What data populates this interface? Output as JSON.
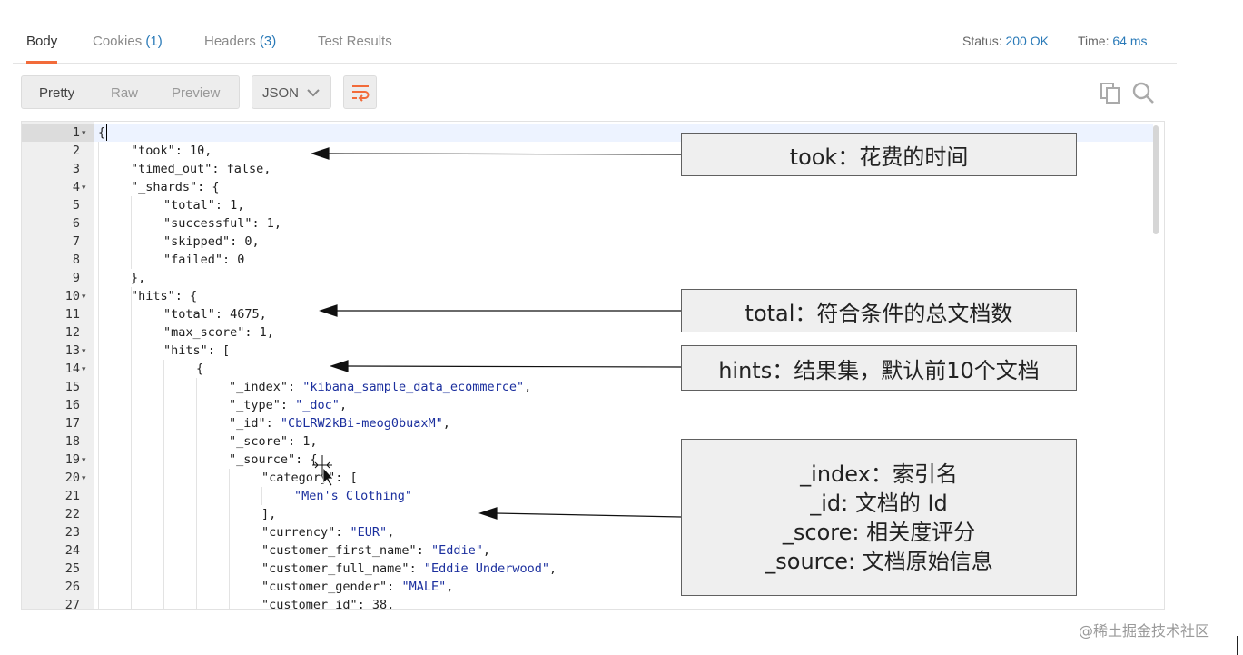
{
  "tabs": [
    {
      "label": "Body",
      "count": ""
    },
    {
      "label": "Cookies",
      "count": "(1)"
    },
    {
      "label": "Headers",
      "count": "(3)"
    },
    {
      "label": "Test Results",
      "count": ""
    }
  ],
  "status": {
    "status_label": "Status:",
    "status_value": "200 OK",
    "time_label": "Time:",
    "time_value": "64 ms"
  },
  "view_modes": [
    "Pretty",
    "Raw",
    "Preview"
  ],
  "format_select": {
    "selected": "JSON"
  },
  "icons": {
    "wrap": "wrap-lines-icon",
    "copy": "copy-icon",
    "search": "search-icon",
    "dropdown": "chevron-down-icon"
  },
  "colors": {
    "accent": "#f26b3a",
    "link": "#2a7ab8",
    "string": "#1b2f9e"
  },
  "code_lines": [
    {
      "n": "1",
      "fold": true,
      "indent": 0,
      "parts": [
        [
          "p",
          "{"
        ]
      ]
    },
    {
      "n": "2",
      "fold": false,
      "indent": 1,
      "parts": [
        [
          "k",
          "\"took\""
        ],
        [
          "p",
          ": 10,"
        ]
      ]
    },
    {
      "n": "3",
      "fold": false,
      "indent": 1,
      "parts": [
        [
          "k",
          "\"timed_out\""
        ],
        [
          "p",
          ": false,"
        ]
      ]
    },
    {
      "n": "4",
      "fold": true,
      "indent": 1,
      "parts": [
        [
          "k",
          "\"_shards\""
        ],
        [
          "p",
          ": {"
        ]
      ]
    },
    {
      "n": "5",
      "fold": false,
      "indent": 2,
      "parts": [
        [
          "k",
          "\"total\""
        ],
        [
          "p",
          ": 1,"
        ]
      ]
    },
    {
      "n": "6",
      "fold": false,
      "indent": 2,
      "parts": [
        [
          "k",
          "\"successful\""
        ],
        [
          "p",
          ": 1,"
        ]
      ]
    },
    {
      "n": "7",
      "fold": false,
      "indent": 2,
      "parts": [
        [
          "k",
          "\"skipped\""
        ],
        [
          "p",
          ": 0,"
        ]
      ]
    },
    {
      "n": "8",
      "fold": false,
      "indent": 2,
      "parts": [
        [
          "k",
          "\"failed\""
        ],
        [
          "p",
          ": 0"
        ]
      ]
    },
    {
      "n": "9",
      "fold": false,
      "indent": 1,
      "parts": [
        [
          "p",
          "},"
        ]
      ]
    },
    {
      "n": "10",
      "fold": true,
      "indent": 1,
      "parts": [
        [
          "k",
          "\"hits\""
        ],
        [
          "p",
          ": {"
        ]
      ]
    },
    {
      "n": "11",
      "fold": false,
      "indent": 2,
      "parts": [
        [
          "k",
          "\"total\""
        ],
        [
          "p",
          ": 4675,"
        ]
      ]
    },
    {
      "n": "12",
      "fold": false,
      "indent": 2,
      "parts": [
        [
          "k",
          "\"max_score\""
        ],
        [
          "p",
          ": 1,"
        ]
      ]
    },
    {
      "n": "13",
      "fold": true,
      "indent": 2,
      "parts": [
        [
          "k",
          "\"hits\""
        ],
        [
          "p",
          ": ["
        ]
      ]
    },
    {
      "n": "14",
      "fold": true,
      "indent": 3,
      "parts": [
        [
          "p",
          "{"
        ]
      ]
    },
    {
      "n": "15",
      "fold": false,
      "indent": 4,
      "parts": [
        [
          "k",
          "\"_index\""
        ],
        [
          "p",
          ": "
        ],
        [
          "s",
          "\"kibana_sample_data_ecommerce\""
        ],
        [
          "p",
          ","
        ]
      ]
    },
    {
      "n": "16",
      "fold": false,
      "indent": 4,
      "parts": [
        [
          "k",
          "\"_type\""
        ],
        [
          "p",
          ": "
        ],
        [
          "s",
          "\"_doc\""
        ],
        [
          "p",
          ","
        ]
      ]
    },
    {
      "n": "17",
      "fold": false,
      "indent": 4,
      "parts": [
        [
          "k",
          "\"_id\""
        ],
        [
          "p",
          ": "
        ],
        [
          "s",
          "\"CbLRW2kBi-meog0buaxM\""
        ],
        [
          "p",
          ","
        ]
      ]
    },
    {
      "n": "18",
      "fold": false,
      "indent": 4,
      "parts": [
        [
          "k",
          "\"_score\""
        ],
        [
          "p",
          ": 1,"
        ]
      ]
    },
    {
      "n": "19",
      "fold": true,
      "indent": 4,
      "parts": [
        [
          "k",
          "\"_source\""
        ],
        [
          "p",
          ": {"
        ]
      ]
    },
    {
      "n": "20",
      "fold": true,
      "indent": 5,
      "parts": [
        [
          "k",
          "\"category\""
        ],
        [
          "p",
          ": ["
        ]
      ]
    },
    {
      "n": "21",
      "fold": false,
      "indent": 6,
      "parts": [
        [
          "s",
          "\"Men's Clothing\""
        ]
      ]
    },
    {
      "n": "22",
      "fold": false,
      "indent": 5,
      "parts": [
        [
          "p",
          "],"
        ]
      ]
    },
    {
      "n": "23",
      "fold": false,
      "indent": 5,
      "parts": [
        [
          "k",
          "\"currency\""
        ],
        [
          "p",
          ": "
        ],
        [
          "s",
          "\"EUR\""
        ],
        [
          "p",
          ","
        ]
      ]
    },
    {
      "n": "24",
      "fold": false,
      "indent": 5,
      "parts": [
        [
          "k",
          "\"customer_first_name\""
        ],
        [
          "p",
          ": "
        ],
        [
          "s",
          "\"Eddie\""
        ],
        [
          "p",
          ","
        ]
      ]
    },
    {
      "n": "25",
      "fold": false,
      "indent": 5,
      "parts": [
        [
          "k",
          "\"customer_full_name\""
        ],
        [
          "p",
          ": "
        ],
        [
          "s",
          "\"Eddie Underwood\""
        ],
        [
          "p",
          ","
        ]
      ]
    },
    {
      "n": "26",
      "fold": false,
      "indent": 5,
      "parts": [
        [
          "k",
          "\"customer_gender\""
        ],
        [
          "p",
          ": "
        ],
        [
          "s",
          "\"MALE\""
        ],
        [
          "p",
          ","
        ]
      ]
    },
    {
      "n": "27",
      "fold": false,
      "indent": 5,
      "parts": [
        [
          "k",
          "\"customer_id\""
        ],
        [
          "p",
          ": 38,"
        ]
      ]
    }
  ],
  "annotations": {
    "took": "took：花费的时间",
    "total": "total：符合条件的总文档数",
    "hits": "hints：结果集，默认前10个文档",
    "fields": [
      "_index：索引名",
      "_id: 文档的 Id",
      "_score: 相关度评分",
      "_source: 文档原始信息"
    ]
  },
  "watermark": "@稀土掘金技术社区"
}
